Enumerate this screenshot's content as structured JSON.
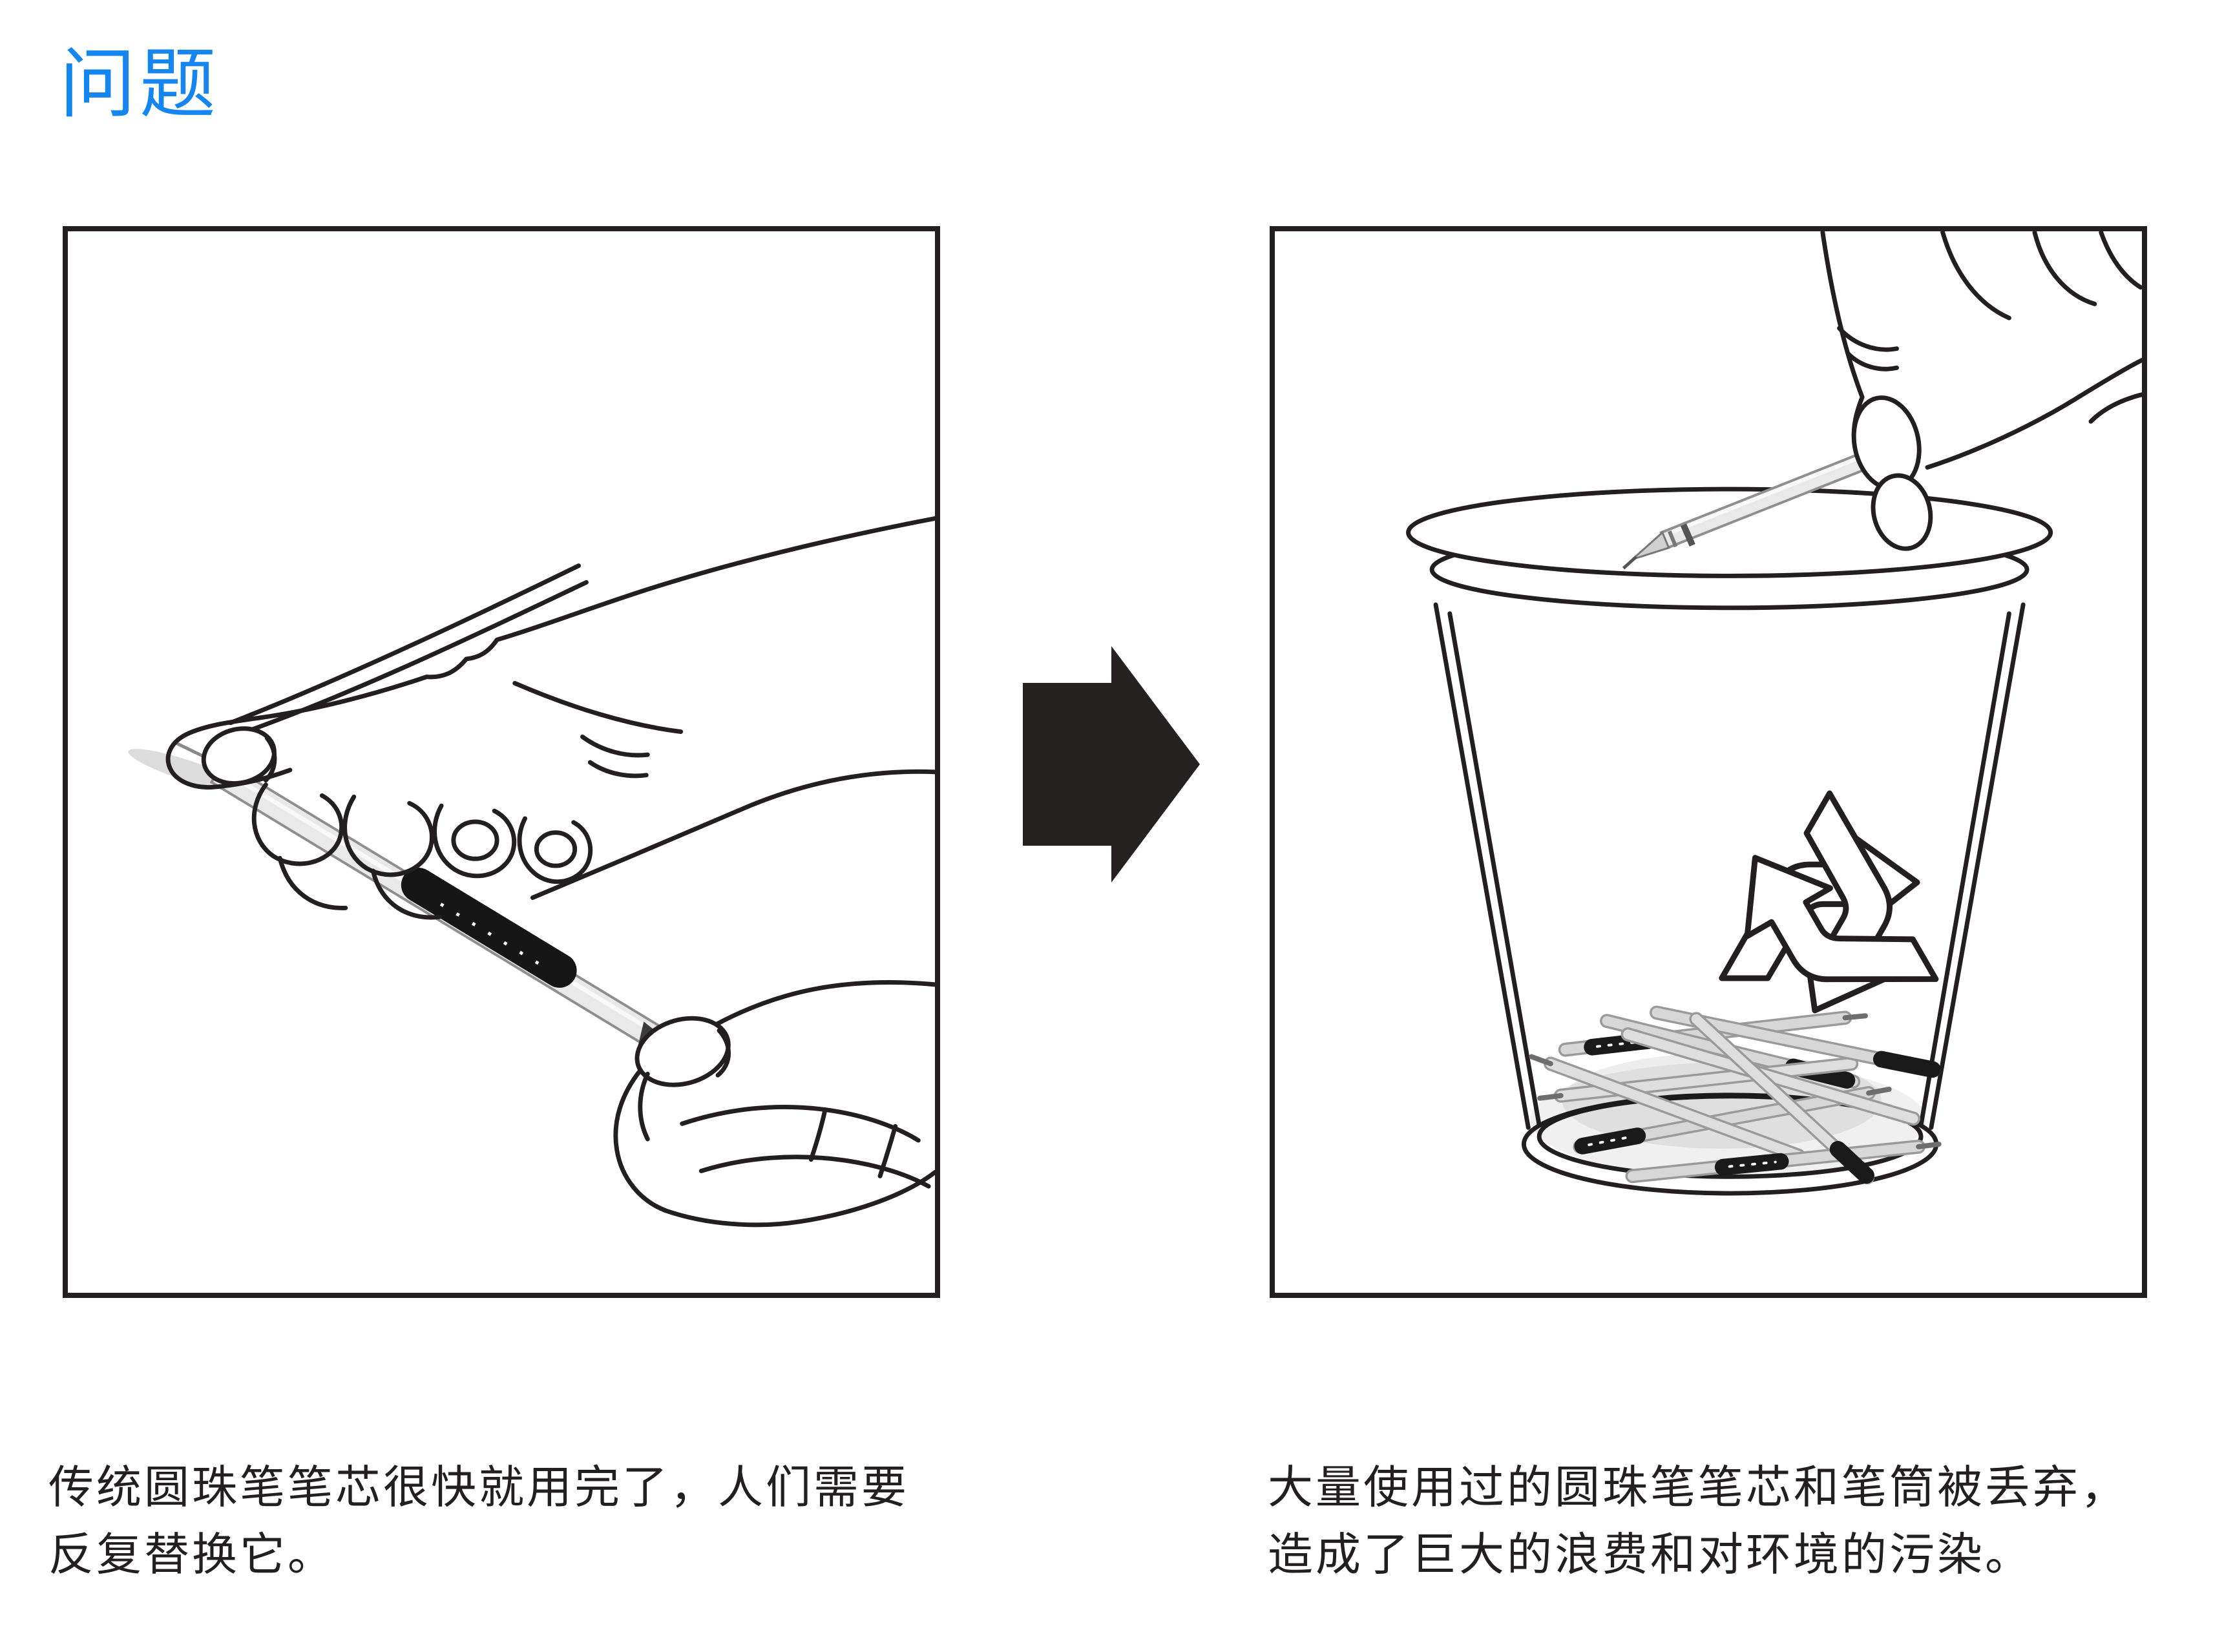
{
  "title": {
    "text": "问题"
  },
  "colors": {
    "accent_blue": "#1586f0",
    "ink": "#231f20",
    "paper": "#ffffff",
    "refill_body_gray": "#e9e9e9",
    "refill_grip_black": "#161616"
  },
  "panels": {
    "left": {
      "illustration": "hand-holding-ballpoint-pen-refill",
      "caption": {
        "line1": "传统圆珠笔笔芯很快就用完了，人们需要",
        "line2": "反复替换它。"
      }
    },
    "right": {
      "illustration": "hand-dropping-used-refill-into-recycling-bin",
      "caption": {
        "line1": "大量使用过的圆珠笔笔芯和笔筒被丢弃，",
        "line2": "造成了巨大的浪费和对环境的污染。"
      }
    }
  },
  "icons": {
    "arrow": "right-arrow-icon",
    "recycle": "recycle-symbol-icon"
  }
}
